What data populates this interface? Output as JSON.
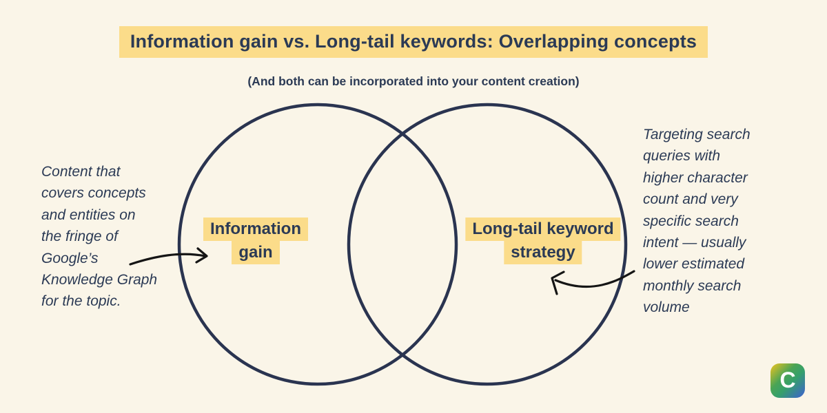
{
  "title": "Information gain vs. Long-tail keywords: Overlapping concepts",
  "subtitle": "(And both can be incorporated into your content creation)",
  "venn": {
    "left_label": {
      "line1": "Information",
      "line2": "gain"
    },
    "right_label": {
      "line1": "Long-tail keyword",
      "line2": "strategy"
    }
  },
  "annotations": {
    "left_note_lines": [
      "Content that",
      "covers concepts",
      "and entities on",
      "the fringe of",
      "Google’s",
      "Knowledge Graph",
      "for the topic."
    ],
    "right_note_lines": [
      "Targeting search",
      "queries with",
      "higher character",
      "count and very",
      "specific search",
      "intent — usually",
      "lower estimated",
      "monthly search",
      "volume"
    ]
  },
  "logo": {
    "letter": "C"
  },
  "colors": {
    "background": "#faf5e8",
    "highlight_yellow": "#fbdc8a",
    "text_navy": "#2b3a55",
    "circle_stroke": "#2a3450",
    "arrow_black": "#151515",
    "logo_gradient": [
      "#f1c41f",
      "#4aa455",
      "#3e5fd3"
    ]
  }
}
